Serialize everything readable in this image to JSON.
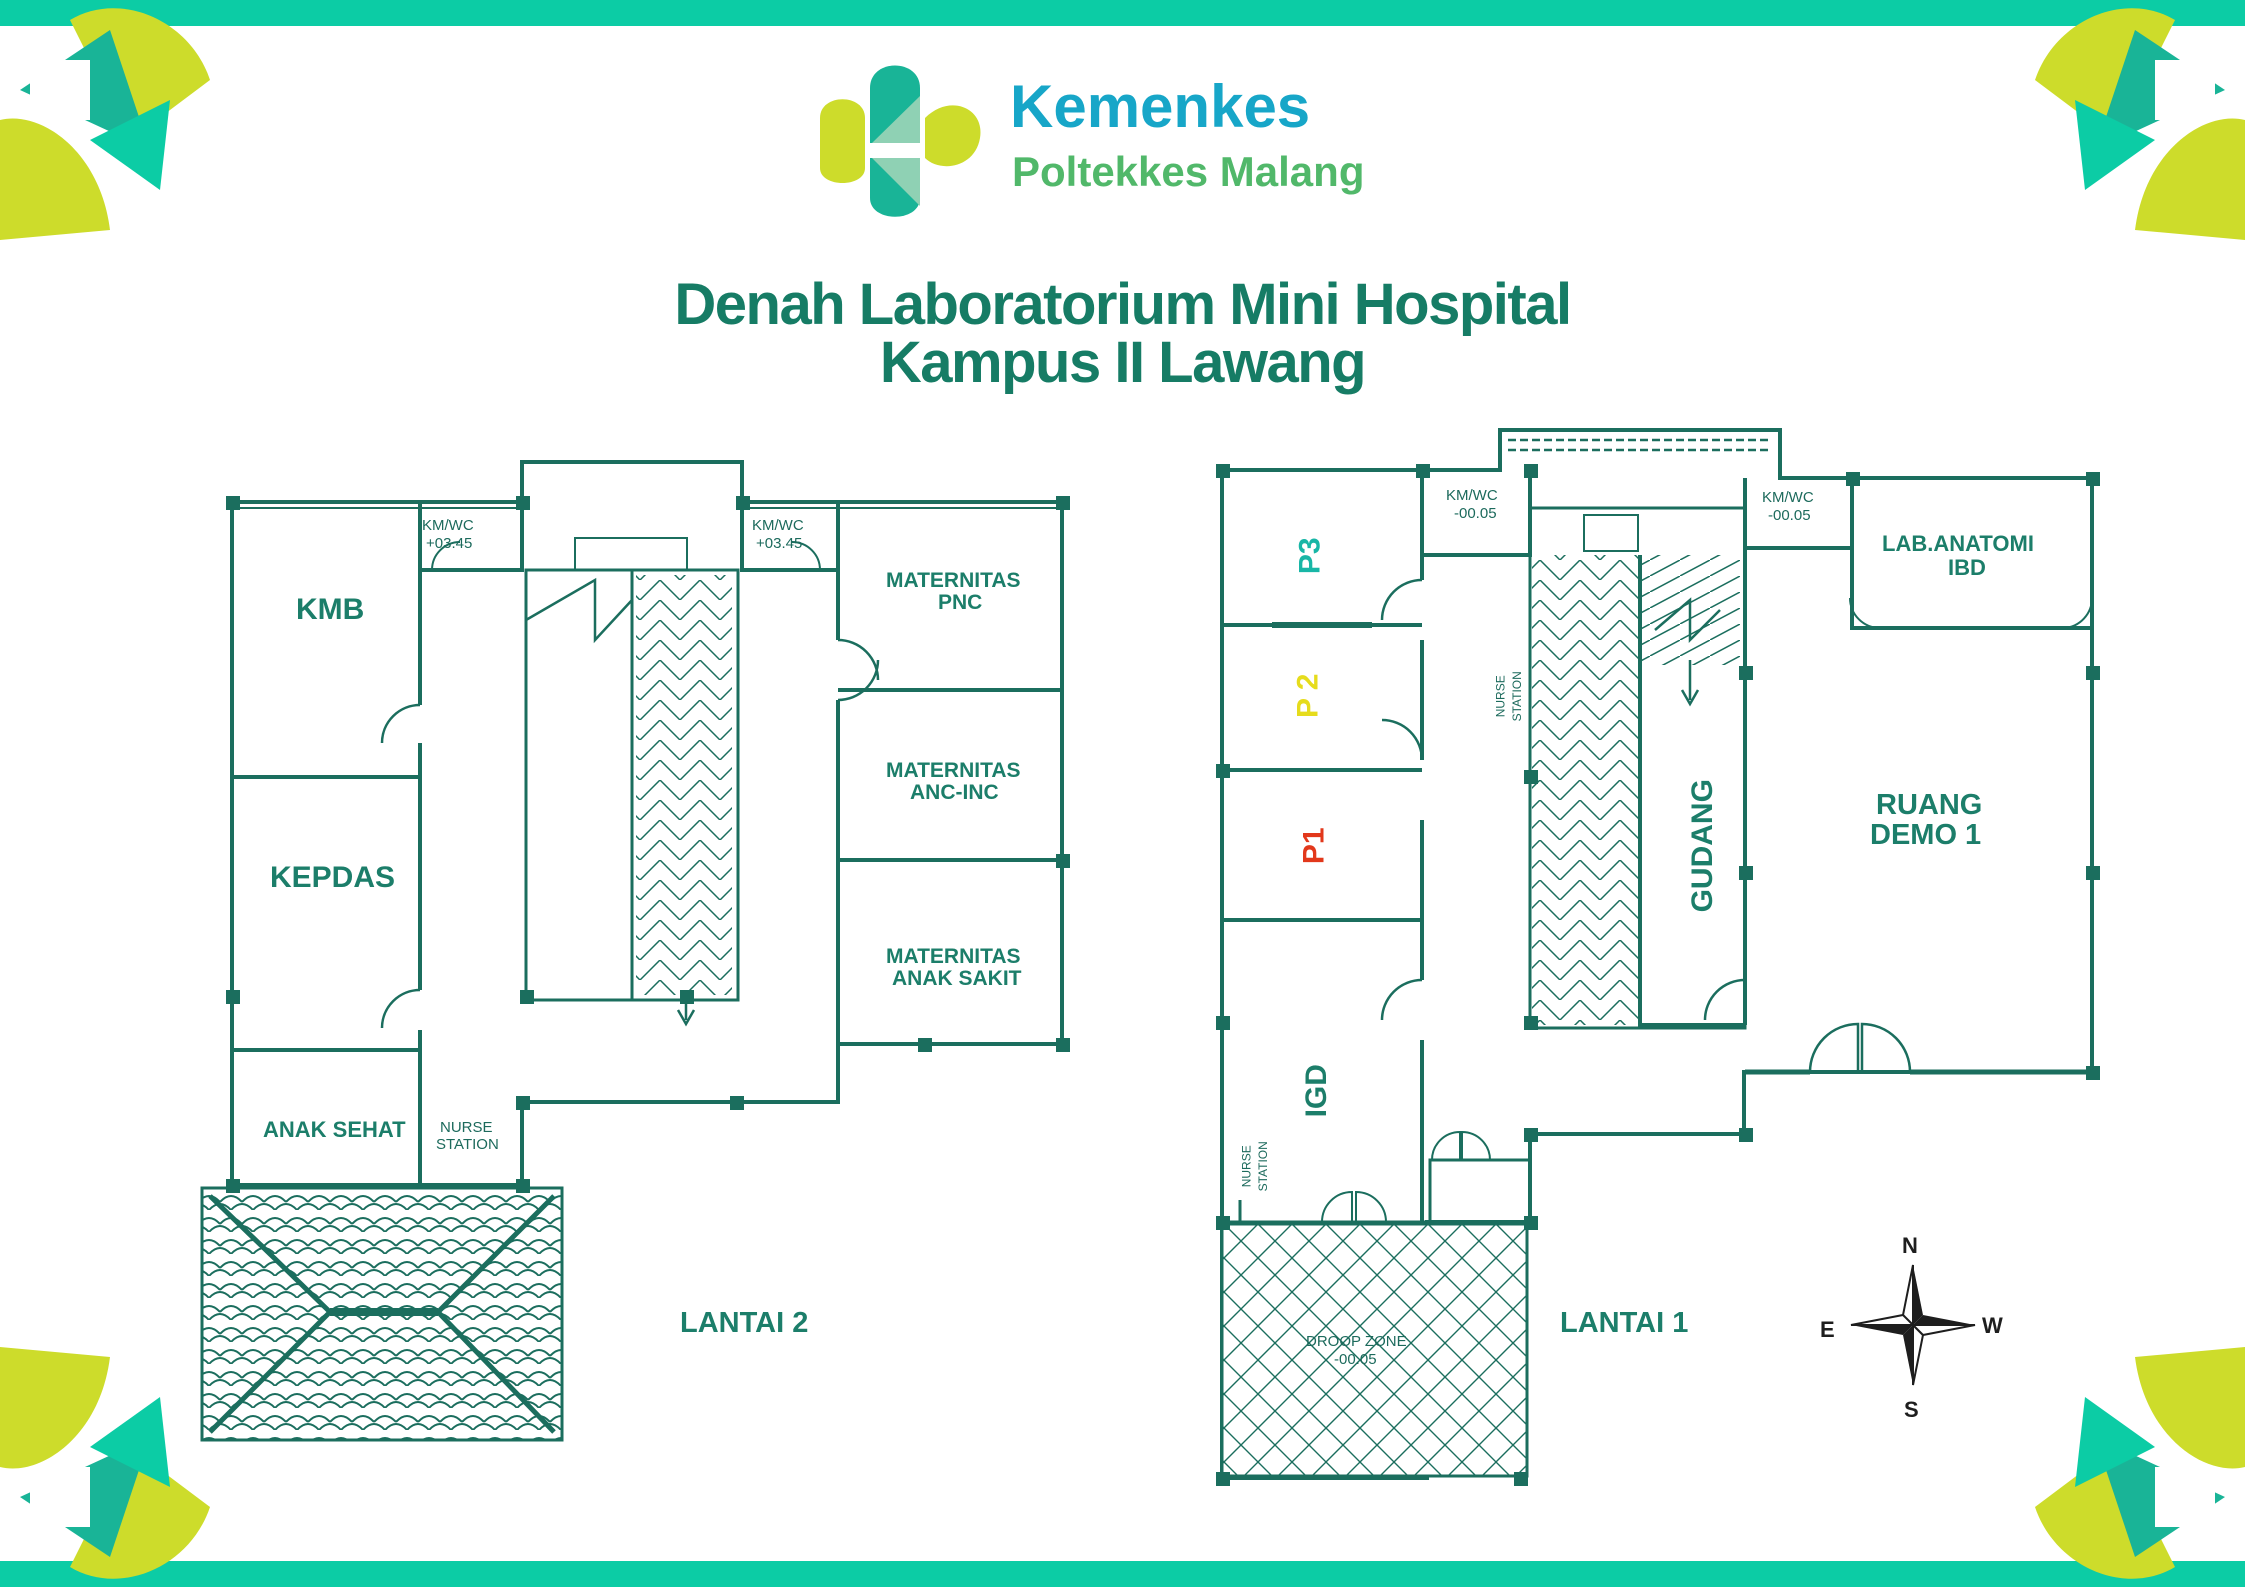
{
  "header": {
    "brand": "Kemenkes",
    "institution": "Poltekkes Malang",
    "title_line1": "Denah Laboratorium Mini Hospital",
    "title_line2": "Kampus II Lawang"
  },
  "colors": {
    "frame": "#0ccca5",
    "leaf_lime": "#cddc2b",
    "leaf_teal": "#19b497",
    "title": "#167c65",
    "brand_blue": "#17a6c8",
    "brand_green": "#51b86a",
    "plan_line": "#1b6e5e",
    "label_red": "#e2381b",
    "label_yellow": "#e6dc1c",
    "label_teal": "#18b6a6"
  },
  "floor2": {
    "name": "LANTAI 2",
    "rooms": {
      "kmb": "KMB",
      "kepdas": "KEPDAS",
      "anak_sehat": "ANAK SEHAT",
      "nurse_station_1": "NURSE",
      "nurse_station_2": "STATION",
      "kmwc_left_1": "KM/WC",
      "kmwc_left_2": "+03.45",
      "kmwc_right_1": "KM/WC",
      "kmwc_right_2": "+03.45",
      "pnc_1": "MATERNITAS",
      "pnc_2": "PNC",
      "anc_1": "MATERNITAS",
      "anc_2": "ANC-INC",
      "anak_sakit_1": "MATERNITAS",
      "anak_sakit_2": "ANAK SAKIT"
    }
  },
  "floor1": {
    "name": "LANTAI 1",
    "rooms": {
      "p3": "P3",
      "p2": "P 2",
      "p1": "P1",
      "igd": "IGD",
      "nurse_station_igd_1": "NURSE",
      "nurse_station_igd_2": "STATION",
      "nurse_station_corr_1": "NURSE",
      "nurse_station_corr_2": "STATION",
      "kmwc_a_1": "KM/WC",
      "kmwc_a_2": "-00.05",
      "kmwc_b_1": "KM/WC",
      "kmwc_b_2": "-00.05",
      "gudang": "GUDANG",
      "lab_anatomi_1": "LAB.ANATOMI",
      "lab_anatomi_2": "IBD",
      "ruang_demo_1": "RUANG",
      "ruang_demo_2": "DEMO 1",
      "droop_zone_1": "DROOP ZONE",
      "droop_zone_2": "-00.05"
    }
  },
  "compass": {
    "n": "N",
    "s": "S",
    "e": "E",
    "w": "W"
  }
}
